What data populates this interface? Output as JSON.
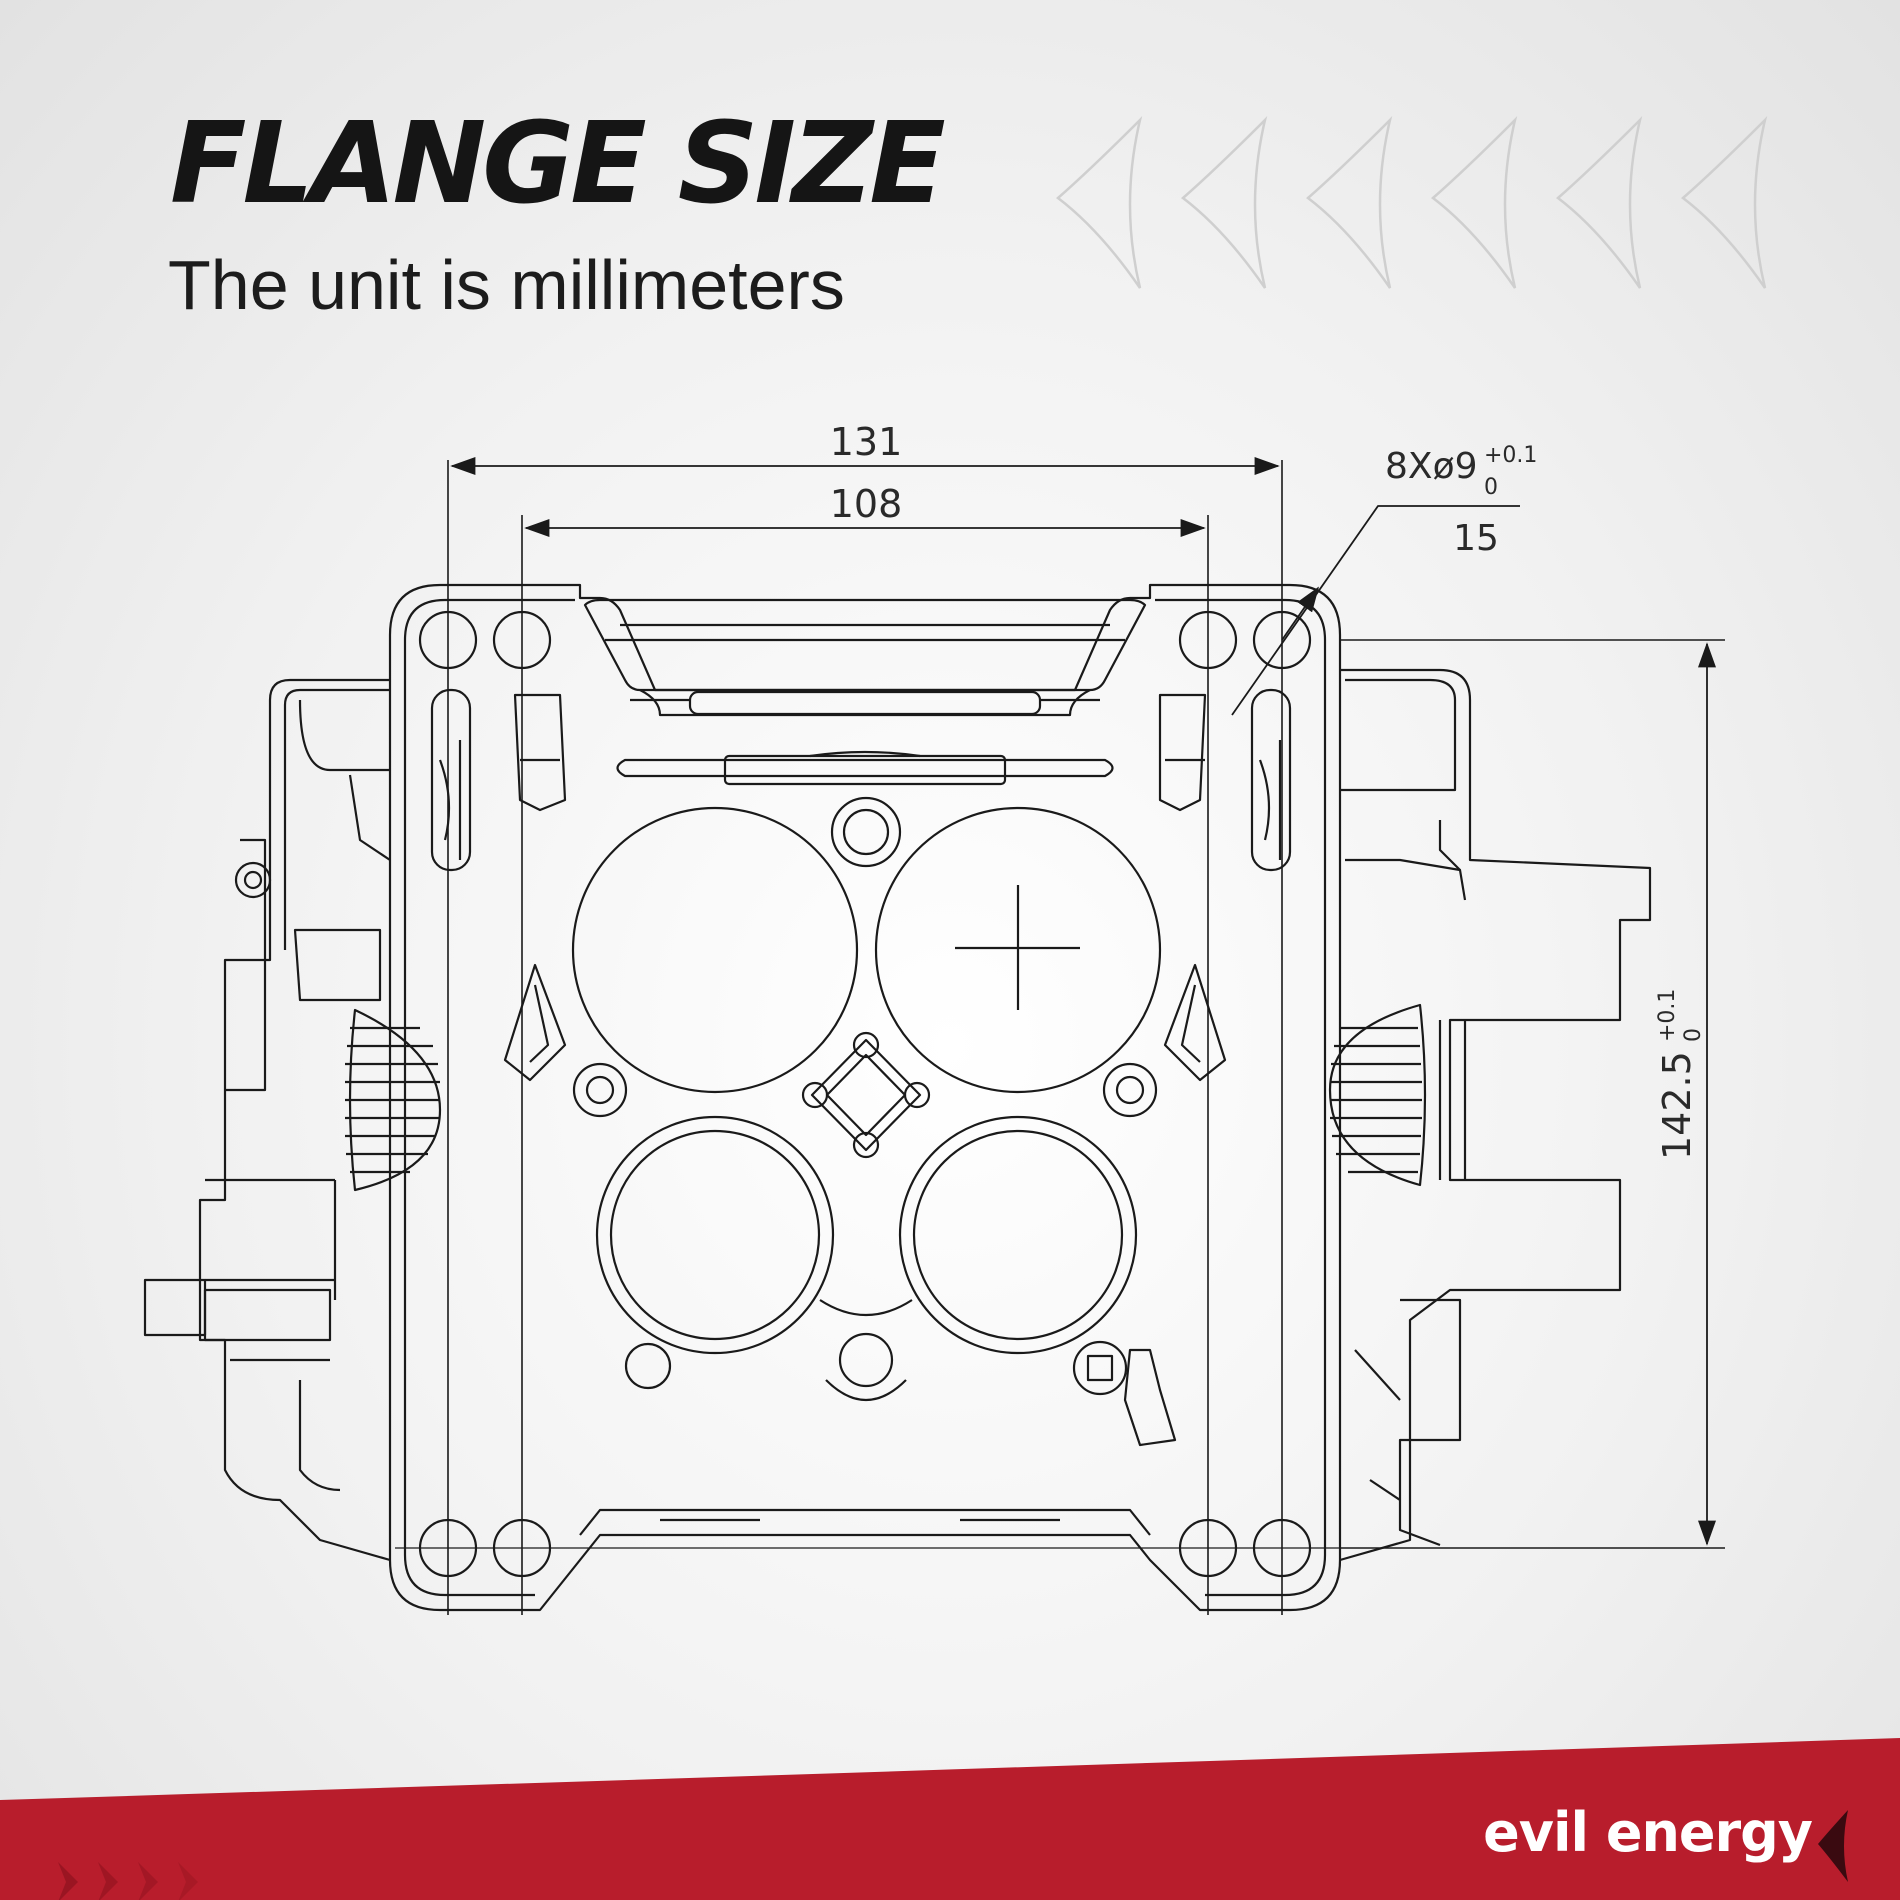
{
  "header": {
    "title": "FLANGE SIZE",
    "subtitle": "The unit is millimeters"
  },
  "dimensions": {
    "outer_width": "131",
    "inner_width": "108",
    "hole_callout_main": "8Xø9",
    "hole_callout_tol_upper": "+0.1",
    "hole_callout_tol_lower": "0",
    "hole_callout_depth": "15",
    "height": "142.5",
    "height_tol_upper": "+0.1",
    "height_tol_lower": "0"
  },
  "footer": {
    "brand": "evil energy"
  },
  "colors": {
    "brand_red": "#b81d2c",
    "line": "#1a1a1a",
    "chevron": "#cfcfcf"
  }
}
